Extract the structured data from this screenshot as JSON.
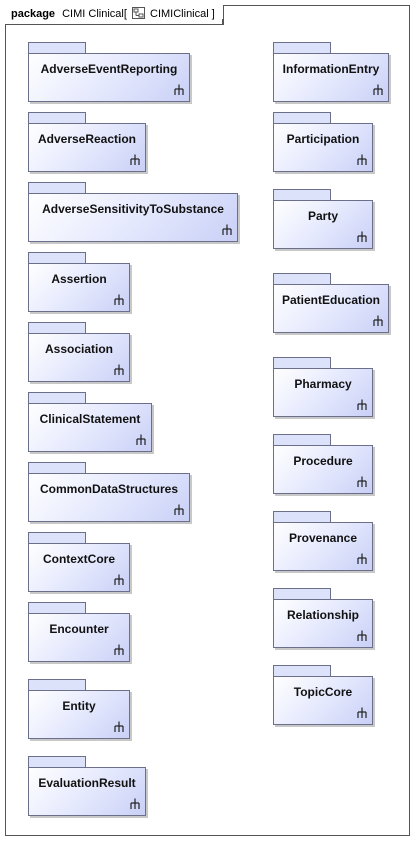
{
  "frame": {
    "keyword": "package",
    "name": "CIMI Clinical[",
    "diagram_name": "CIMIClinical",
    "close": "]"
  },
  "packages_left": [
    {
      "name": "AdverseEventReporting"
    },
    {
      "name": "AdverseReaction"
    },
    {
      "name": "AdverseSensitivityToSubstance"
    },
    {
      "name": "Assertion"
    },
    {
      "name": "Association"
    },
    {
      "name": "ClinicalStatement"
    },
    {
      "name": "CommonDataStructures"
    },
    {
      "name": "ContextCore"
    },
    {
      "name": "Encounter"
    },
    {
      "name": "Entity"
    },
    {
      "name": "EvaluationResult"
    }
  ],
  "packages_right": [
    {
      "name": "InformationEntry"
    },
    {
      "name": "Participation"
    },
    {
      "name": "Party"
    },
    {
      "name": "PatientEducation"
    },
    {
      "name": "Pharmacy"
    },
    {
      "name": "Procedure"
    },
    {
      "name": "Provenance"
    },
    {
      "name": "Relationship"
    },
    {
      "name": "TopicCore"
    }
  ],
  "colors": {
    "fill": "#dde2fb",
    "border": "#6b6f8a"
  }
}
